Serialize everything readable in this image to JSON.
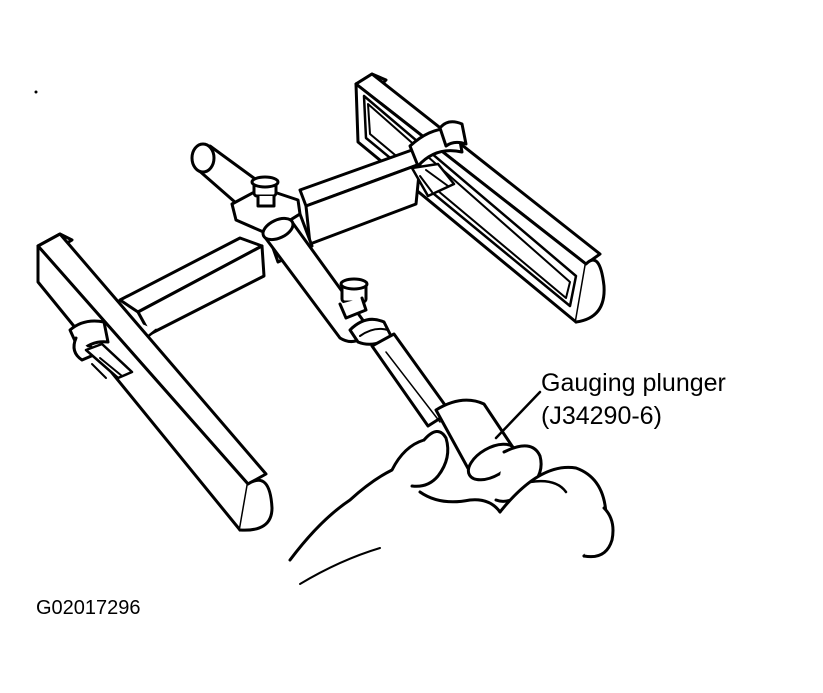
{
  "callout": {
    "line1": "Gauging plunger",
    "line2": "(J34290-6)"
  },
  "figure_code": "G02017296",
  "colors": {
    "ink": "#000000",
    "paper": "#ffffff"
  }
}
